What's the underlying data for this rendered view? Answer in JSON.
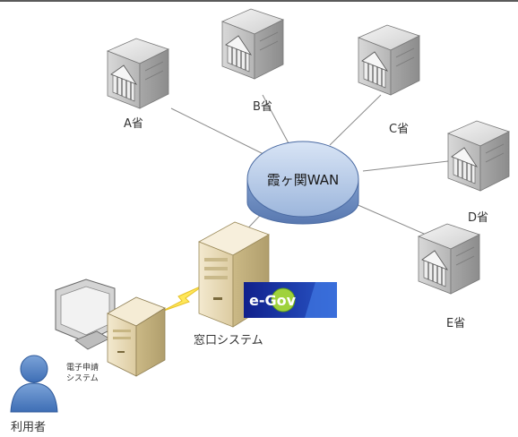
{
  "diagram": {
    "hub_label": "霞ヶ関WAN",
    "ministries": [
      "A省",
      "B省",
      "C省",
      "D省",
      "E省"
    ],
    "gateway_label": "窓口システム",
    "egov_logo_text": "e-Gov",
    "client_system_label_line1": "電子申請",
    "client_system_label_line2": "システム",
    "user_label": "利用者"
  }
}
